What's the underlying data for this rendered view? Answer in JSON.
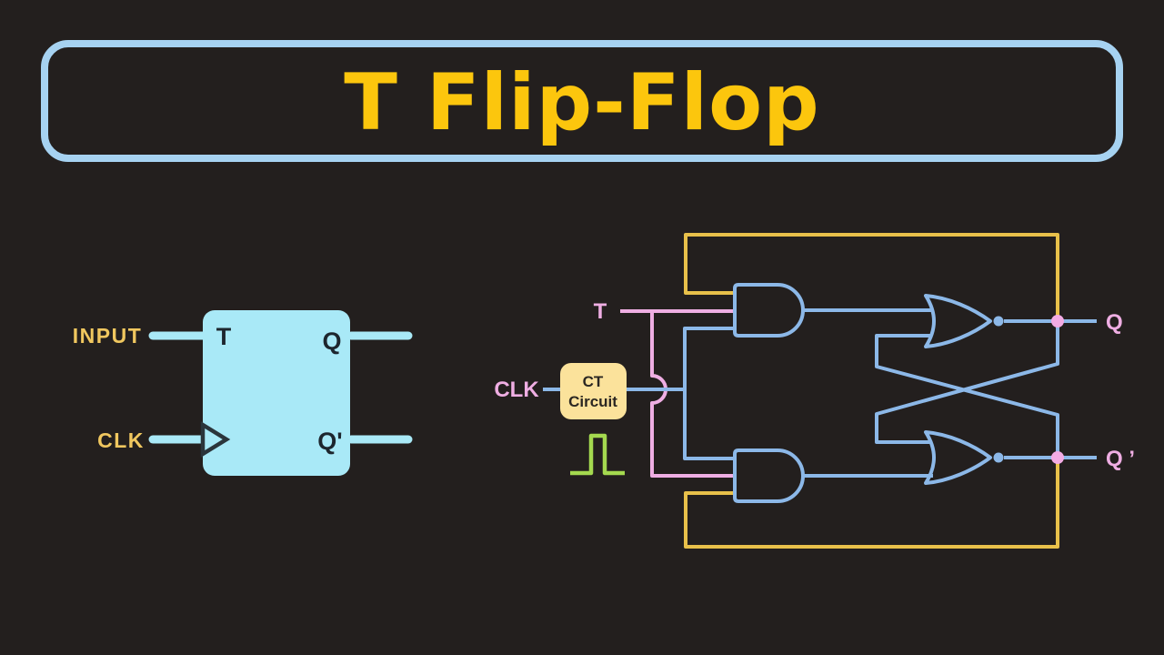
{
  "colors": {
    "background": "#231f1e",
    "title_yellow": "#fcc60d",
    "title_border_blue": "#a6d2f1",
    "cyan": "#a9e9f7",
    "gold_label": "#f0c75f",
    "dark_text": "#1d262e",
    "tri_dark": "#2b353b",
    "wire_blue": "#8cb8e8",
    "wire_pink": "#efaee3",
    "wire_yellow": "#e8c04a",
    "pulse_green": "#a4d94f",
    "node_pink": "#f3abe4",
    "ct_box_fill": "#fbe29b",
    "ct_text": "#2b2722"
  },
  "title": {
    "text": "T Flip-Flop"
  },
  "block_diagram": {
    "input_label": "INPUT",
    "clk_label": "CLK",
    "t_pin_label": "T",
    "q_pin_label": "Q",
    "q_bar_pin_label": "Q'"
  },
  "gate_circuit": {
    "t_label": "T",
    "clk_label": "CLK",
    "ct_line1": "CT",
    "ct_line2": "Circuit",
    "q_label": "Q",
    "q_bar_label": "Q ’"
  }
}
